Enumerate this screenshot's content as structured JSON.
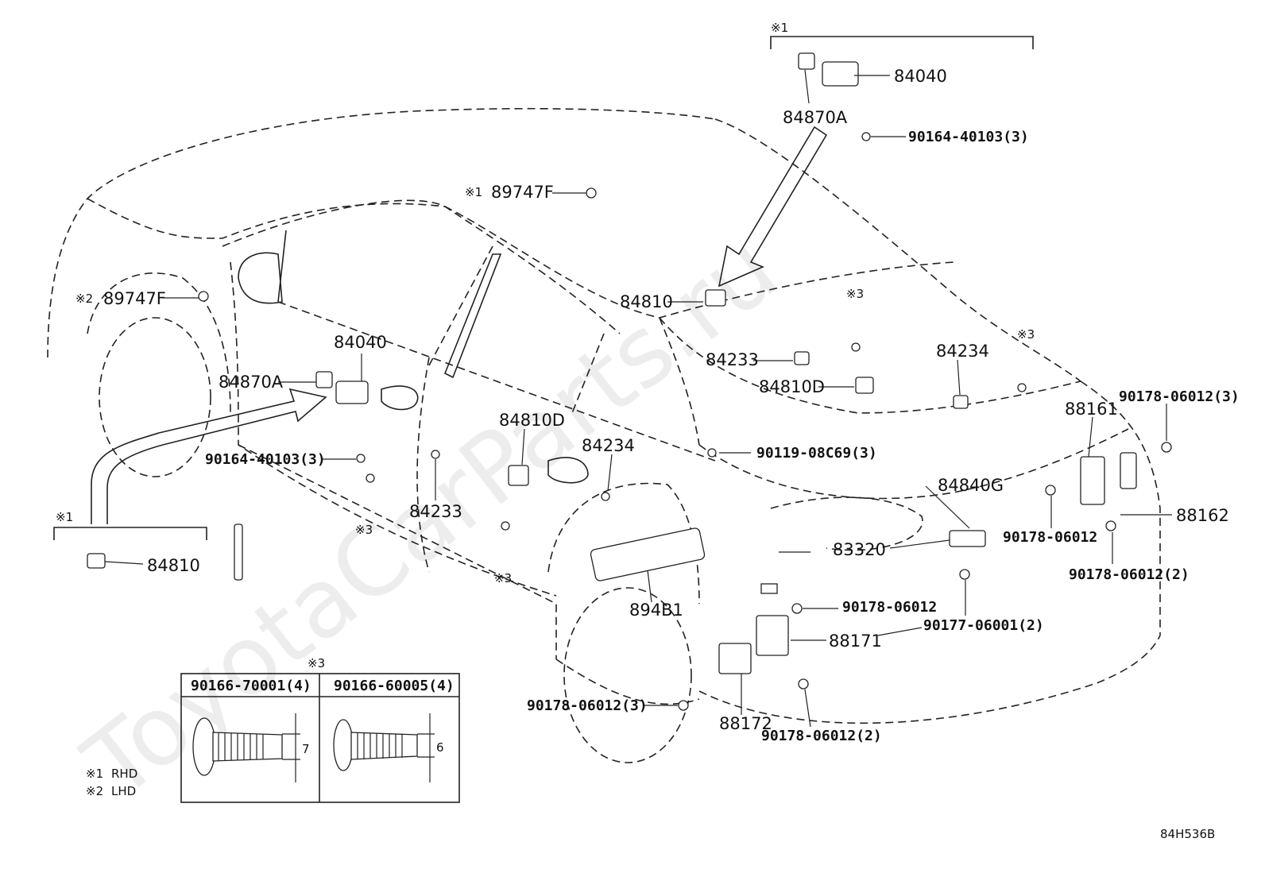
{
  "diagram_code": "84H536B",
  "notes": [
    {
      "mark": "※1",
      "text": "RHD"
    },
    {
      "mark": "※2",
      "text": "LHD"
    }
  ],
  "marks": {
    "m1": "※1",
    "m2": "※2",
    "m3": "※3"
  },
  "callouts": {
    "p84040_top": "84040",
    "p84870A_top": "84870A",
    "p90164_top": "90164-40103(3)",
    "p89747F_top": "89747F",
    "p89747F_left": "89747F",
    "p84810_mid": "84810",
    "p84040_door": "84040",
    "p84870A_door": "84870A",
    "p90164_door": "90164-40103(3)",
    "p84233_hood": "84233",
    "p84810D_hood": "84810D",
    "p84234_hood": "84234",
    "p90178_right_top": "90178-06012(3)",
    "p88161": "88161",
    "p84810D_door": "84810D",
    "p84234_door": "84234",
    "p90119": "90119-08C69(3)",
    "p84233_door": "84233",
    "p84840G": "84840G",
    "p88162": "88162",
    "p90178_a": "90178-06012",
    "p90178_b": "90178-06012(2)",
    "p83320": "83320",
    "p84810_box": "84810",
    "p894B1": "894B1",
    "p90178_c": "90178-06012",
    "p90177": "90177-06001(2)",
    "p88171": "88171",
    "p90178_d": "90178-06012(3)",
    "p88172": "88172",
    "p90178_e": "90178-06012(2)"
  },
  "inset": {
    "title_mark": "※3",
    "columns": [
      {
        "part": "90166-70001(4)",
        "dimension": "7"
      },
      {
        "part": "90166-60005(4)",
        "dimension": "6"
      }
    ]
  },
  "watermark": "ToyotaCarParts.ru"
}
